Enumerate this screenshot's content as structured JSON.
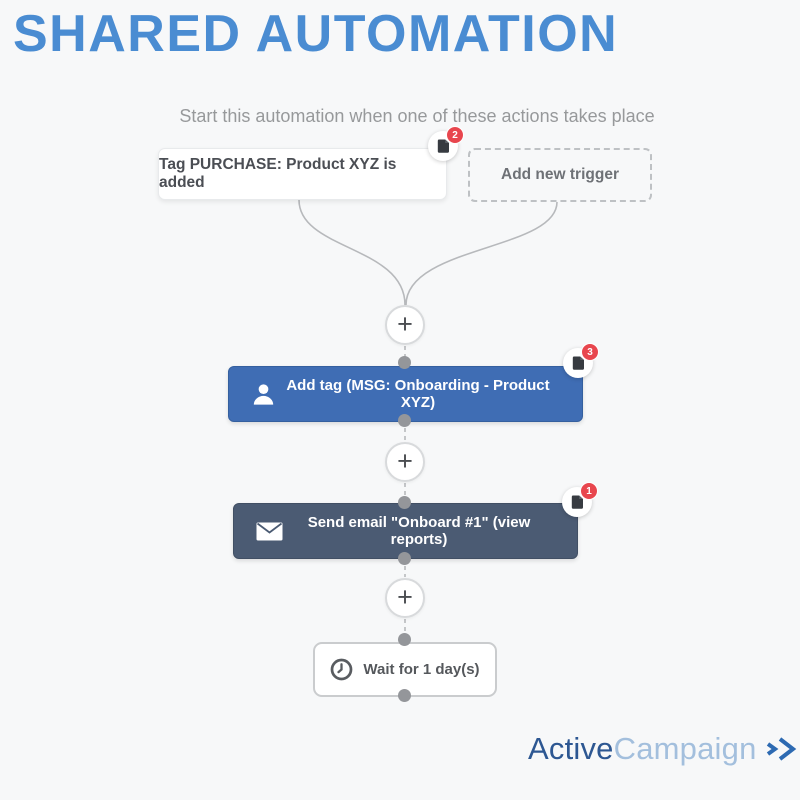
{
  "page": {
    "title": "SHARED AUTOMATION",
    "subtitle": "Start this automation when one of these actions takes place"
  },
  "triggers": {
    "purchase_tag": {
      "label": "Tag PURCHASE: Product XYZ is added",
      "notes_count": "2"
    },
    "add_new": {
      "label": "Add new trigger"
    }
  },
  "steps": {
    "add_tag": {
      "label": "Add tag (MSG: Onboarding - Product XYZ)",
      "notes_count": "3"
    },
    "send_email": {
      "label": "Send email \"Onboard #1\" (view reports)",
      "notes_count": "1"
    },
    "wait": {
      "label": "Wait for 1 day(s)"
    }
  },
  "controls": {
    "add_step": "+"
  },
  "footer": {
    "brand_part1": "Active",
    "brand_part2": "Campaign"
  },
  "colors": {
    "title_blue": "#4a8cd2",
    "node_blue": "#3f6db4",
    "node_slate": "#4b5b73",
    "badge_red": "#e8464e",
    "wire_gray": "#b7b9bc"
  }
}
